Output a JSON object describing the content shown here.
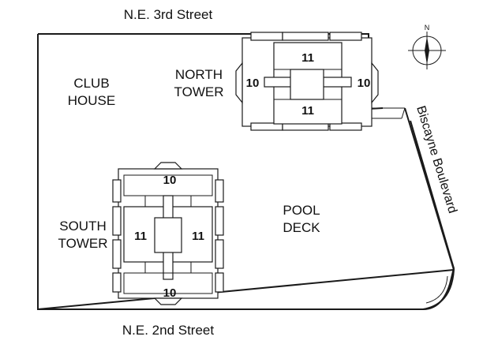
{
  "streets": {
    "north": "N.E. 3rd Street",
    "south": "N.E. 2nd Street",
    "east": "Biscayne Boulevard"
  },
  "areas": {
    "club_house": [
      "CLUB",
      "HOUSE"
    ],
    "north_tower": [
      "NORTH",
      "TOWER"
    ],
    "south_tower": [
      "SOUTH",
      "TOWER"
    ],
    "pool_deck": [
      "POOL",
      "DECK"
    ]
  },
  "north_tower_units": {
    "top": "11",
    "bottom": "11",
    "left": "10",
    "right": "10"
  },
  "south_tower_units": {
    "top": "10",
    "bottom": "10",
    "left": "11",
    "right": "11"
  },
  "compass": {
    "label": "N",
    "icon": "compass-rose-icon"
  }
}
